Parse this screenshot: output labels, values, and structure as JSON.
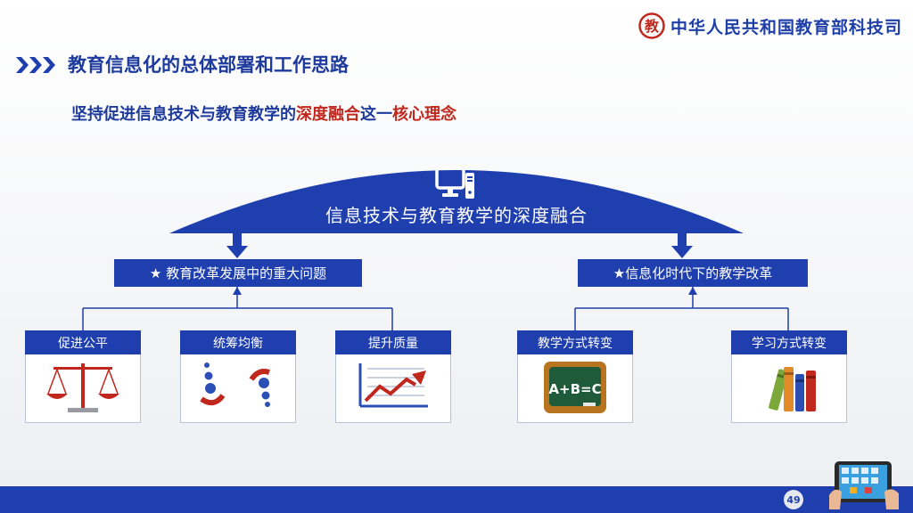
{
  "header": {
    "org_name": "中华人民共和国教育部科技司",
    "logo_mark": "教"
  },
  "slide": {
    "title": "教育信息化的总体部署和工作思路",
    "subtitle": {
      "part1": "坚持促进信息技术与教育教学的",
      "highlight1": "深度融合",
      "part2": "这一",
      "highlight2": "核心理念"
    },
    "arch_title": "信息技术与教育教学的深度融合",
    "left_branch": {
      "label": "★ 教育改革发展中的重大问题",
      "children": [
        "促进公平",
        "统筹均衡",
        "提升质量"
      ]
    },
    "right_branch": {
      "label": "★信息化时代下的教学改革",
      "children": [
        "教学方式转变",
        "学习方式转变"
      ]
    },
    "blackboard_text": "A+B=C",
    "page_number": "49"
  },
  "colors": {
    "primary_blue": "#1f3fae",
    "highlight_red": "#c0281e"
  },
  "icons": [
    "logo-icon",
    "chevron-right-icon",
    "computer-icon",
    "scales-icon",
    "balance-dots-icon",
    "growth-chart-icon",
    "blackboard-icon",
    "books-icon",
    "tablet-icon"
  ]
}
